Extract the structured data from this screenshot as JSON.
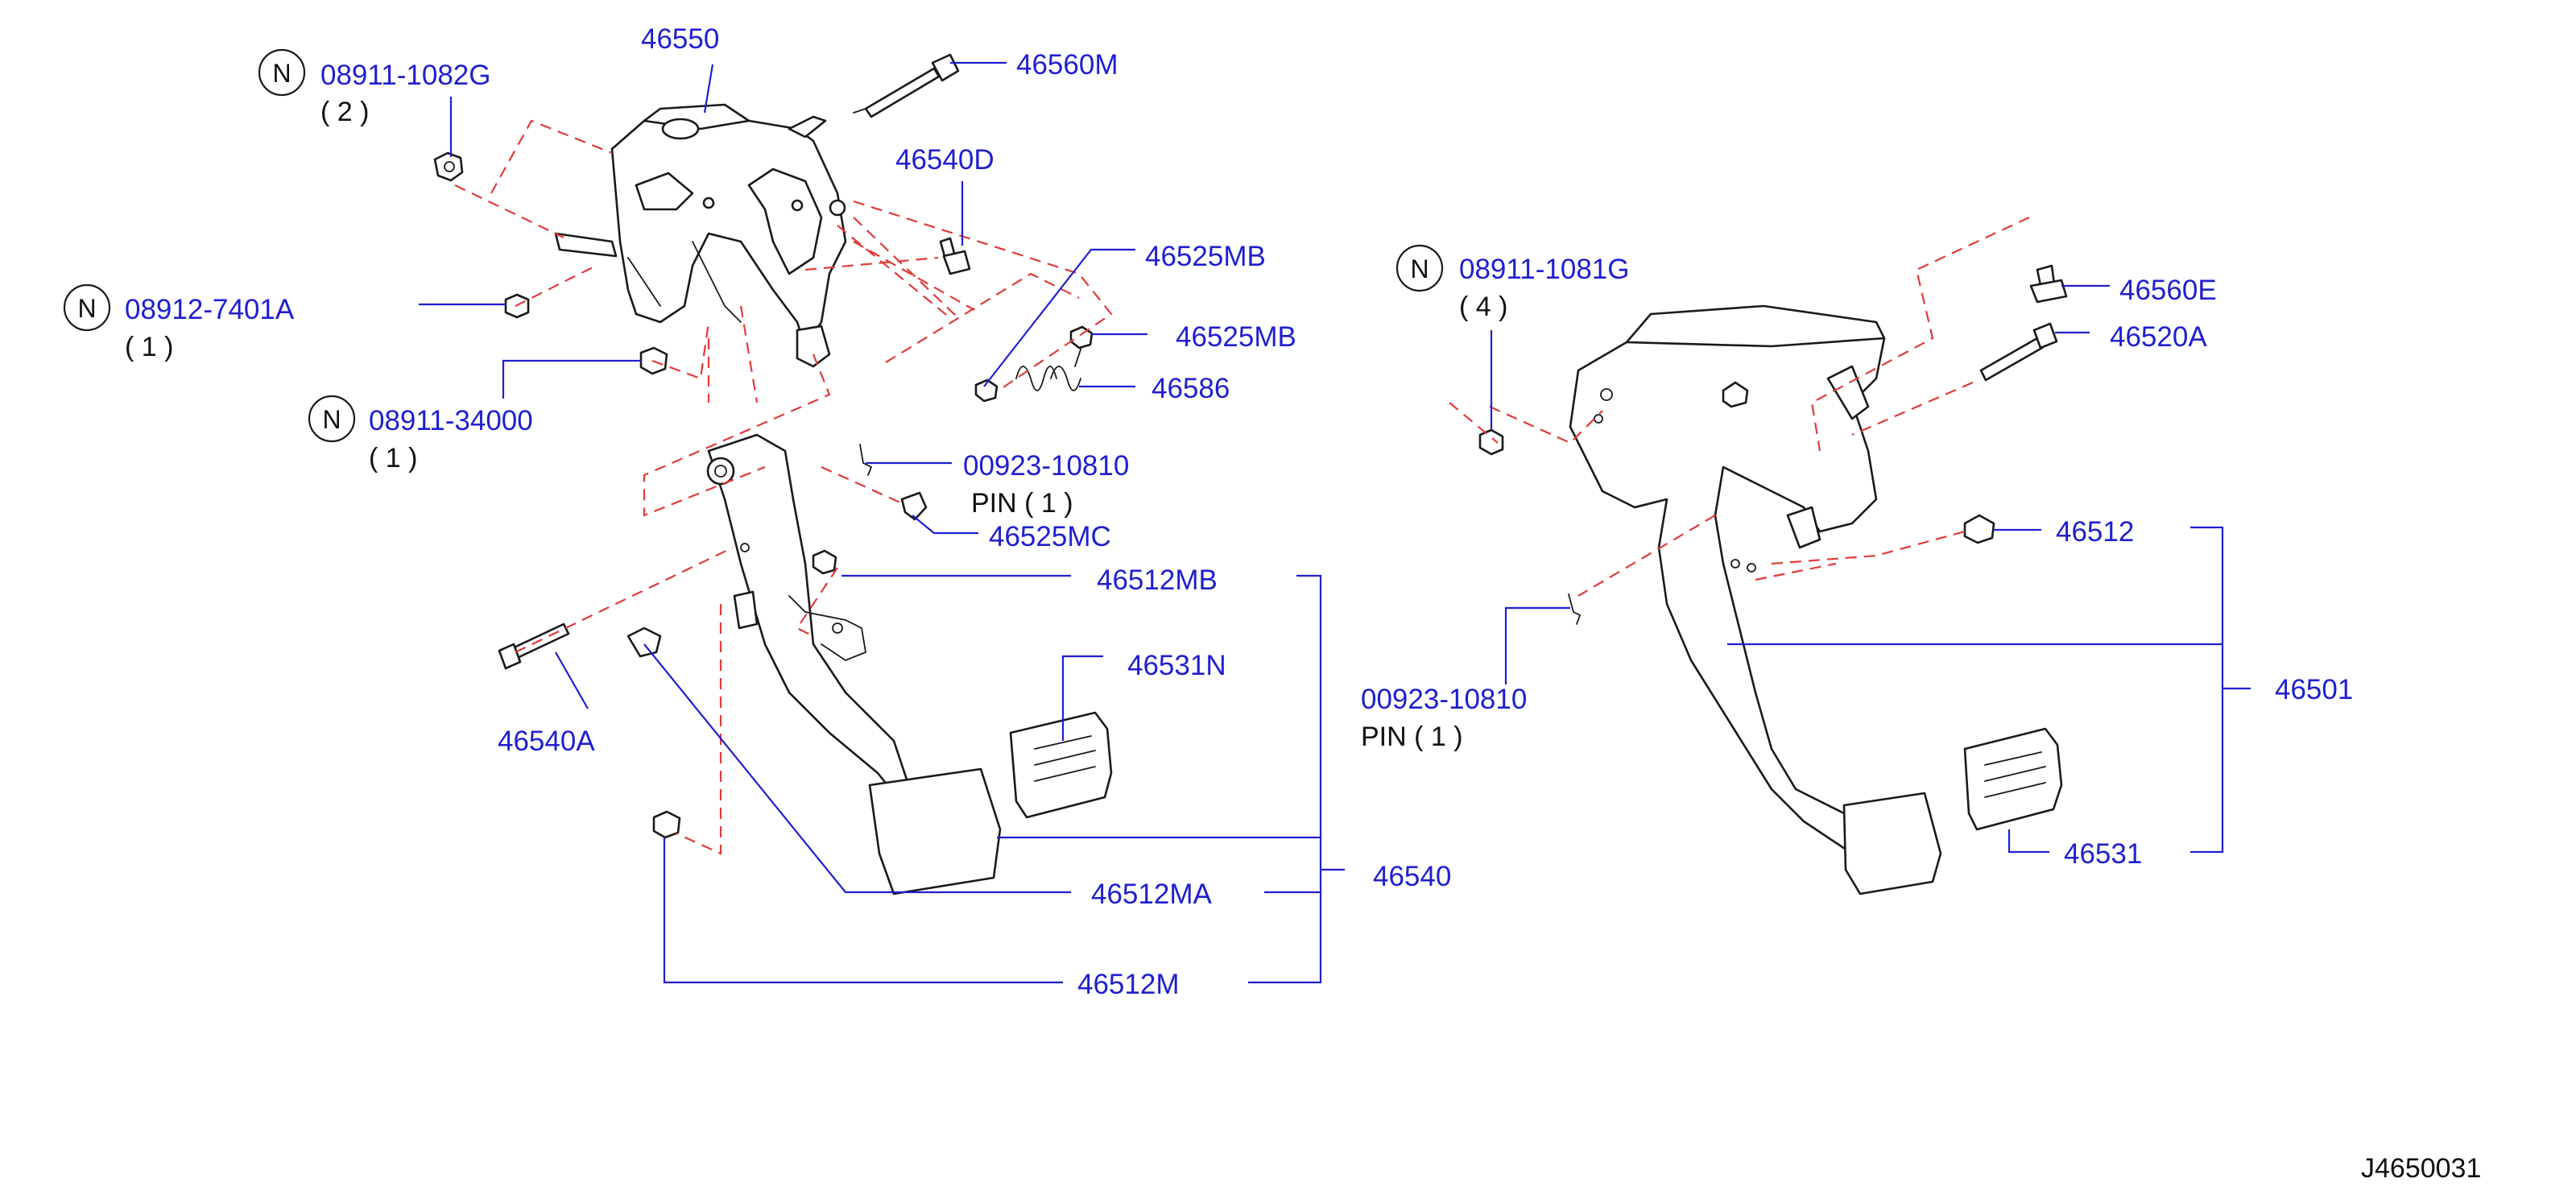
{
  "diagram_id": "J4650031",
  "labels": {
    "p46550": "46550",
    "p46560M": "46560M",
    "p08911_1082G": "08911-1082G",
    "q2": "( 2 )",
    "p46540D": "46540D",
    "p46525MB_a": "46525MB",
    "p46525MB_b": "46525MB",
    "p46586": "46586",
    "p08912_7401A": "08912-7401A",
    "q1_a": "( 1 )",
    "p08911_34000": "08911-34000",
    "q1_b": "( 1 )",
    "p00923_10810_a": "00923-10810",
    "pin_a": "PIN ( 1 )",
    "p46525MC": "46525MC",
    "p46512MB": "46512MB",
    "p46531N": "46531N",
    "p46540A": "46540A",
    "p46540": "46540",
    "p46512MA": "46512MA",
    "p46512M": "46512M",
    "p08911_1081G": "08911-1081G",
    "q4": "( 4 )",
    "p46560E": "46560E",
    "p46520A": "46520A",
    "p46512": "46512",
    "p00923_10810_b": "00923-10810",
    "pin_b": "PIN ( 1 )",
    "p46501": "46501",
    "p46531": "46531",
    "n_symbol": "N"
  },
  "colors": {
    "label_text": "#1f1fd0",
    "leader_line": "#1f1fd0",
    "dashed_line": "#e23a3a",
    "part_outline": "#1a1a1a"
  }
}
